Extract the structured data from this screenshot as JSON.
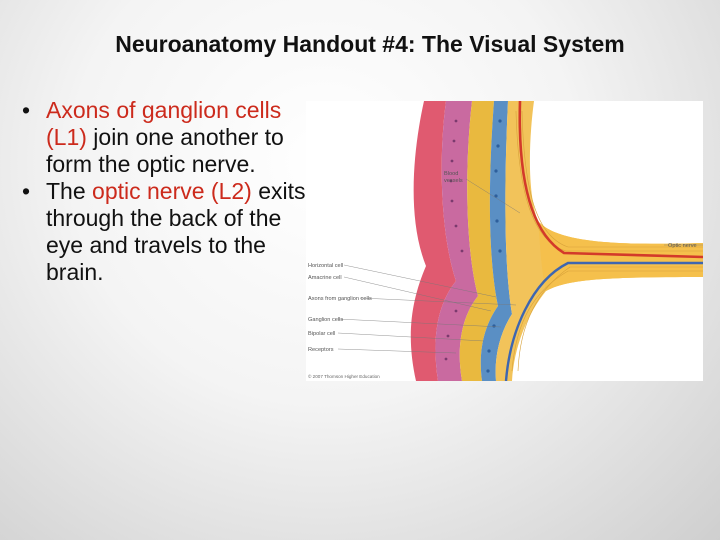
{
  "slide": {
    "title": "Neuroanatomy Handout #4:  The Visual System"
  },
  "bullets": [
    {
      "segments": [
        {
          "text": "Axons of ganglion cells (L1)",
          "color": "#cc2a1c"
        },
        {
          "text": " join one another to form the optic nerve.",
          "color": "#111111"
        }
      ]
    },
    {
      "segments": [
        {
          "text": "The ",
          "color": "#111111"
        },
        {
          "text": "optic nerve (L2)",
          "color": "#cc2a1c"
        },
        {
          "text": " exits through the back of the eye and travels to the brain.",
          "color": "#111111"
        }
      ]
    }
  ],
  "figure": {
    "labels": {
      "blood_vessels_1": "Blood",
      "blood_vessels_2": "vessels",
      "optic_nerve": "Optic nerve",
      "horizontal_cell": "Horizontal cell",
      "amacrine_cell": "Amacrine cell",
      "axons": "Axons from ganglion cells",
      "ganglion_cells": "Ganglion cells",
      "bipolar_cell": "Bipolar cell",
      "receptors": "Receptors"
    },
    "copyright": "© 2007 Thomson Higher Education"
  }
}
